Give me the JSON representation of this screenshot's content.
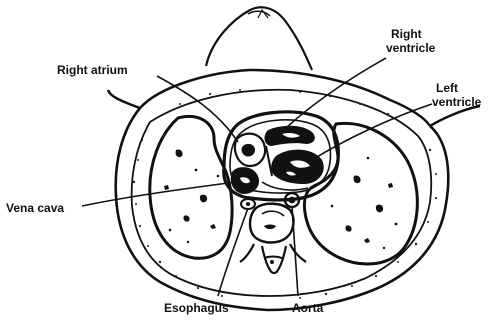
{
  "labels": {
    "right_atrium": "Right atrium",
    "right_ventricle_line1": "Right",
    "right_ventricle_line2": "ventricle",
    "left_ventricle_line1": "Left",
    "left_ventricle_line2": "ventricle",
    "vena_cava": "Vena cava",
    "esophagus": "Esophagus",
    "aorta": "Aorta"
  }
}
